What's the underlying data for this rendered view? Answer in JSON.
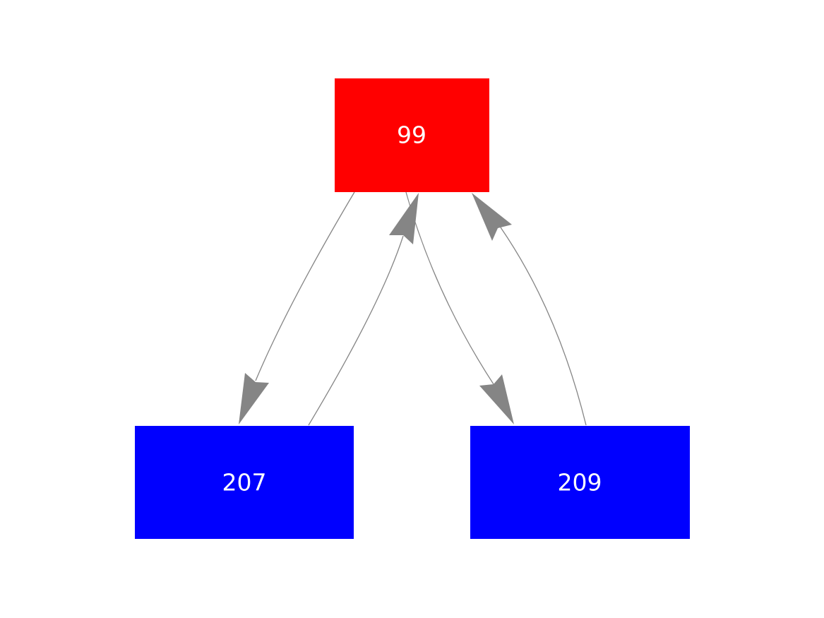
{
  "diagram": {
    "type": "directed-graph",
    "background_color": "#ffffff",
    "edge_color": "#858585",
    "label_color": "#ffffff",
    "nodes": [
      {
        "id": "99",
        "label": "99",
        "fill": "#ff0000"
      },
      {
        "id": "207",
        "label": "207",
        "fill": "#0000ff"
      },
      {
        "id": "209",
        "label": "209",
        "fill": "#0000ff"
      }
    ],
    "edges": [
      {
        "from": "99",
        "to": "207"
      },
      {
        "from": "207",
        "to": "99"
      },
      {
        "from": "99",
        "to": "209"
      },
      {
        "from": "209",
        "to": "99"
      }
    ]
  }
}
